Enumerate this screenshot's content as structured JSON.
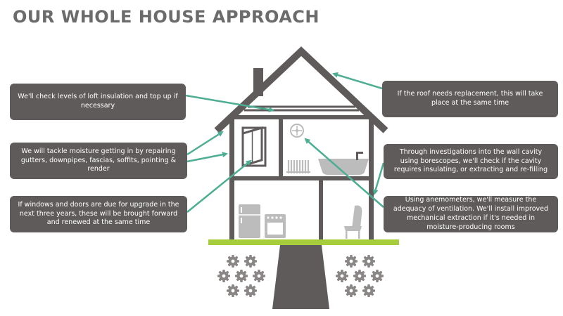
{
  "title": "OUR WHOLE HOUSE APPROACH",
  "callouts": {
    "loft": "We'll check levels of loft insulation and top up if necessary",
    "moisture": "We will tackle moisture getting in by repairing gutters, downpipes, fascias, soffits, pointing & render",
    "windows": "If windows and doors are due for upgrade in the next three years, these will be brought forward and renewed at the same time",
    "roof": "If the roof needs replacement, this will take place at the same time",
    "cavity": "Through investigations into the wall cavity using borescopes, we'll check if the cavity requires insulating, or extracting and re-filling",
    "ventilation": "Using anemometers, we'll measure the adequacy of ventilation. We'll install improved mechanical extraction if it's needed in moisture-producing rooms"
  },
  "colors": {
    "house": "#5f5b5b",
    "arrow": "#4dae93",
    "ground": "#a6cd3c",
    "gear": "#8a8686",
    "callout_bg": "#5f5b5b"
  }
}
